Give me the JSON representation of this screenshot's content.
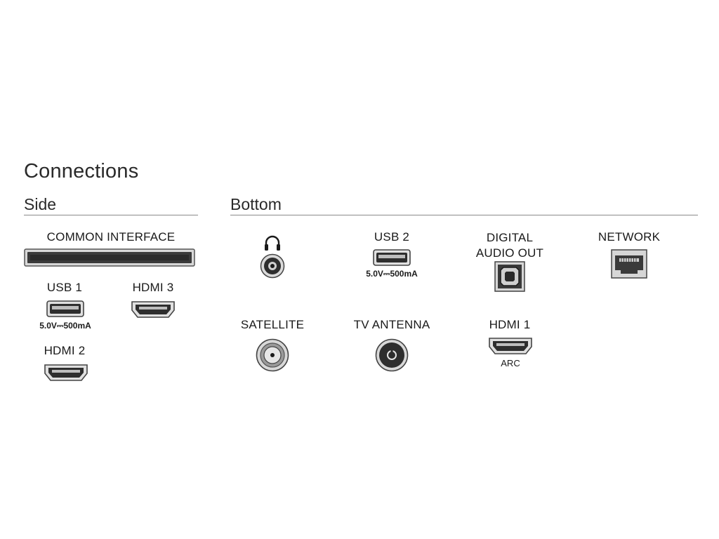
{
  "page": {
    "title": "Connections"
  },
  "side": {
    "heading": "Side",
    "ports": {
      "common_interface": {
        "label": "COMMON INTERFACE",
        "icon": "common-interface-slot-icon"
      },
      "usb1": {
        "label": "USB 1",
        "rating": "5.0V⎓500mA",
        "icon": "usb-port-icon"
      },
      "hdmi3": {
        "label": "HDMI 3",
        "icon": "hdmi-port-icon"
      },
      "hdmi2": {
        "label": "HDMI 2",
        "icon": "hdmi-port-icon"
      }
    }
  },
  "bottom": {
    "heading": "Bottom",
    "ports": {
      "headphone": {
        "icon": "headphone-jack-icon"
      },
      "usb2": {
        "label": "USB 2",
        "rating": "5.0V⎓500mA",
        "icon": "usb-port-icon"
      },
      "digital_audio": {
        "label": "DIGITAL AUDIO OUT",
        "icon": "optical-port-icon"
      },
      "network": {
        "label": "NETWORK",
        "icon": "ethernet-port-icon"
      },
      "satellite": {
        "label": "SATELLITE",
        "icon": "satellite-connector-icon"
      },
      "tv_antenna": {
        "label": "TV ANTENNA",
        "icon": "antenna-connector-icon"
      },
      "hdmi1": {
        "label": "HDMI 1",
        "sublabel": "ARC",
        "icon": "hdmi-port-icon"
      }
    }
  },
  "colors": {
    "text": "#1a1a1a",
    "rule": "#8a8a8a",
    "port_dark": "#2b2b2b",
    "port_silver": "#c9c9c9"
  }
}
